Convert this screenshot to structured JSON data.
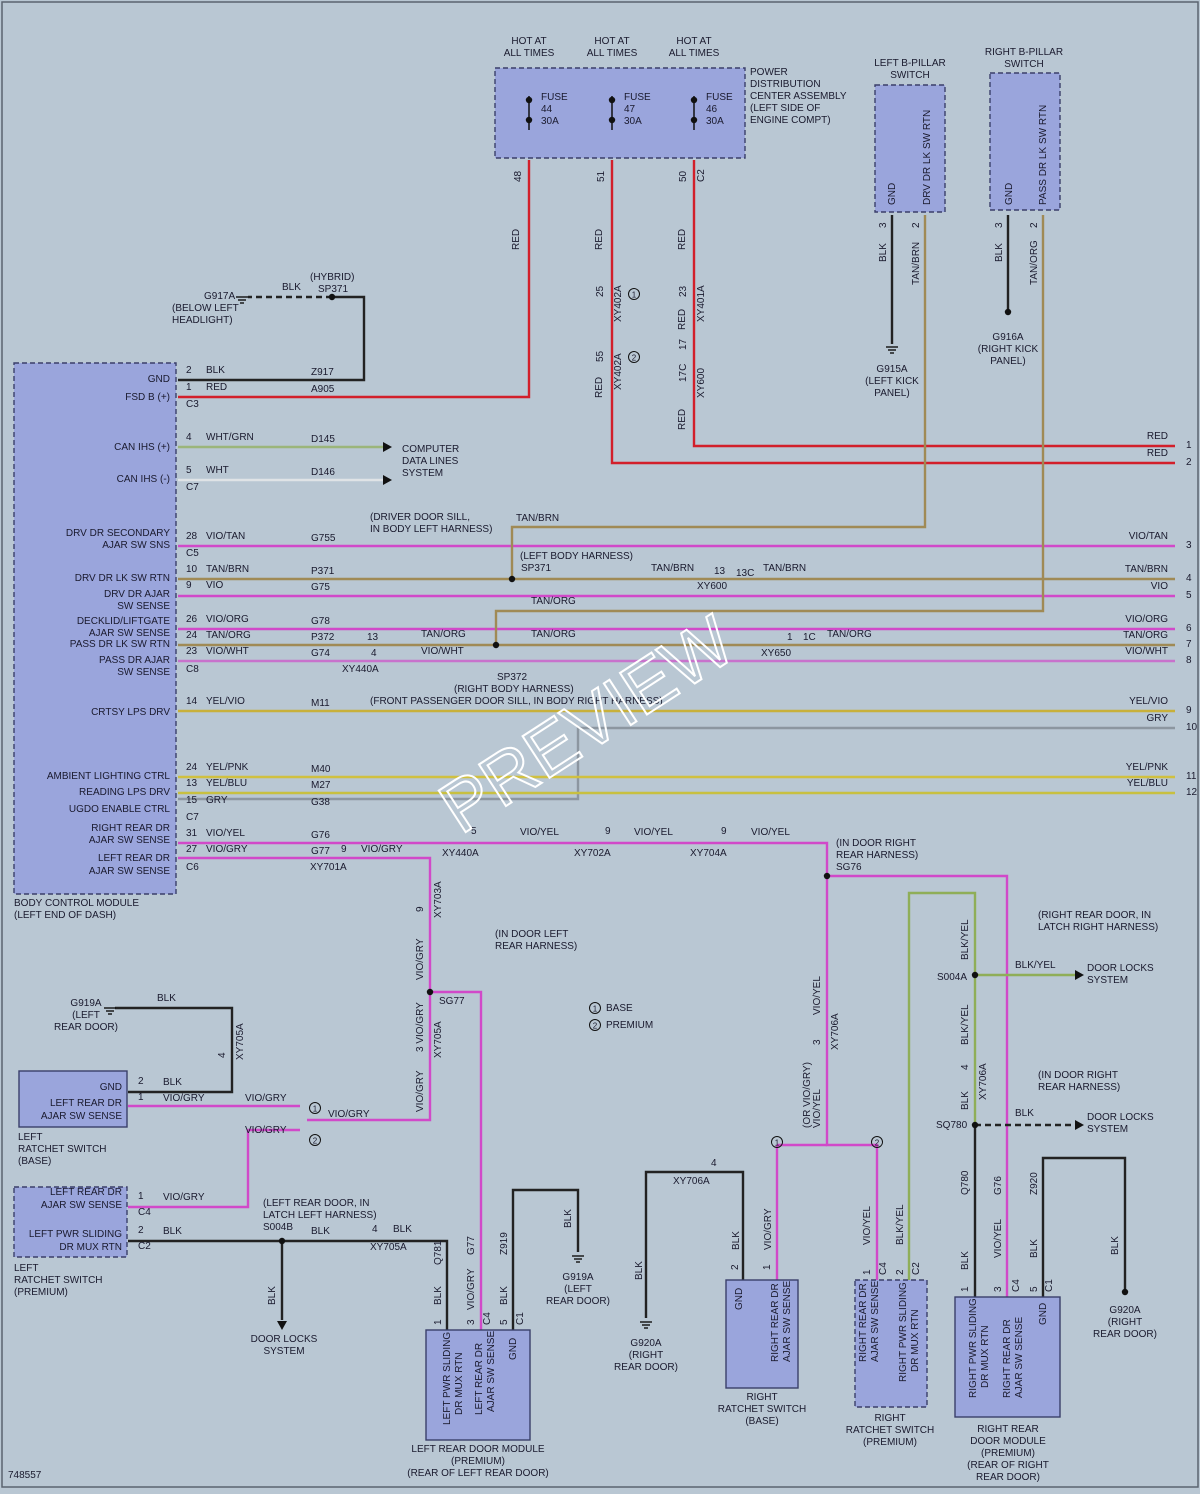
{
  "diagram_id": "748557",
  "watermark": "PREVIEW",
  "legend": {
    "base": "BASE",
    "premium": "PREMIUM",
    "base_num": "1",
    "premium_num": "2"
  },
  "colors": {
    "background": "#b9c7d3",
    "component_fill": "#9aa5dc",
    "red": "#d21f2a",
    "violet": "#d149c9",
    "tan": "#a08a55",
    "yellow": "#c8b830",
    "gray": "#8c96a0",
    "black": "#222222",
    "white": "#d8dde0",
    "green": "#8fae58"
  },
  "pdc": {
    "title": [
      "POWER",
      "DISTRIBUTION",
      "CENTER ASSEMBLY",
      "(LEFT SIDE OF",
      "ENGINE COMPT)"
    ],
    "hot": [
      "HOT AT",
      "ALL TIMES"
    ],
    "fuses": [
      {
        "a": "FUSE",
        "b": "44",
        "c": "30A",
        "pin": "48"
      },
      {
        "a": "FUSE",
        "b": "47",
        "c": "30A",
        "pin": "51"
      },
      {
        "a": "FUSE",
        "b": "46",
        "c": "30A",
        "pin": "50",
        "conn": "C2"
      }
    ]
  },
  "bcm": {
    "title": [
      "BODY CONTROL MODULE",
      "(LEFT END OF DASH)"
    ],
    "labels": [
      "GND",
      "FSD B (+)",
      "CAN IHS (+)",
      "CAN IHS (-)",
      "DRV DR SECONDARY",
      "AJAR SW SNS",
      "DRV DR LK SW RTN",
      "DRV DR AJAR",
      "SW SENSE",
      "DECKLID/LIFTGATE",
      "AJAR SW SENSE",
      "PASS DR LK SW RTN",
      "PASS DR AJAR",
      "SW SENSE",
      "CRTSY LPS DRV",
      "AMBIENT LIGHTING CTRL",
      "READING LPS DRV",
      "UGDO ENABLE CTRL",
      "RIGHT REAR DR",
      "AJAR SW SENSE",
      "LEFT REAR DR",
      "AJAR SW SENSE"
    ],
    "connectors": [
      "C3",
      "C7",
      "C5",
      "C8",
      "C7",
      "C6"
    ]
  },
  "wires": [
    {
      "pin": "2",
      "color": "BLK",
      "circuit": "Z917"
    },
    {
      "pin": "1",
      "color": "RED",
      "circuit": "A905"
    },
    {
      "pin": "4",
      "color": "WHT/GRN",
      "circuit": "D145"
    },
    {
      "pin": "5",
      "color": "WHT",
      "circuit": "D146"
    },
    {
      "pin": "28",
      "color": "VIO/TAN",
      "circuit": "G755"
    },
    {
      "pin": "10",
      "color": "TAN/BRN",
      "circuit": "P371"
    },
    {
      "pin": "9",
      "color": "VIO",
      "circuit": "G75"
    },
    {
      "pin": "26",
      "color": "VIO/ORG",
      "circuit": "G78"
    },
    {
      "pin": "24",
      "color": "TAN/ORG",
      "circuit": "P372"
    },
    {
      "pin": "23",
      "color": "VIO/WHT",
      "circuit": "G74"
    },
    {
      "pin": "14",
      "color": "YEL/VIO",
      "circuit": "M11"
    },
    {
      "pin": "24",
      "color": "YEL/PNK",
      "circuit": "M40"
    },
    {
      "pin": "13",
      "color": "YEL/BLU",
      "circuit": "M27"
    },
    {
      "pin": "15",
      "color": "GRY",
      "circuit": "G38"
    },
    {
      "pin": "31",
      "color": "VIO/YEL",
      "circuit": "G76"
    },
    {
      "pin": "27",
      "color": "VIO/GRY",
      "circuit": "G77"
    }
  ],
  "right_edge": [
    {
      "color": "RED",
      "num": "1"
    },
    {
      "color": "RED",
      "num": "2"
    },
    {
      "color": "VIO/TAN",
      "num": "3"
    },
    {
      "color": "TAN/BRN",
      "num": "4"
    },
    {
      "color": "VIO",
      "num": "5"
    },
    {
      "color": "VIO/ORG",
      "num": "6"
    },
    {
      "color": "TAN/ORG",
      "num": "7"
    },
    {
      "color": "VIO/WHT",
      "num": "8"
    },
    {
      "color": "YEL/VIO",
      "num": "9"
    },
    {
      "color": "GRY",
      "num": "10"
    },
    {
      "color": "YEL/PNK",
      "num": "11"
    },
    {
      "color": "YEL/BLU",
      "num": "12"
    }
  ],
  "text": {
    "red": "RED",
    "blk": "BLK",
    "tanbrn": "TAN/BRN",
    "tanorg": "TAN/ORG",
    "viogry": "VIO/GRY",
    "vioyel": "VIO/YEL",
    "blkyel": "BLK/YEL",
    "hybrid": "(HYBRID)",
    "sp371": "SP371",
    "g917a": "G917A",
    "g917a_loc": [
      "(BELOW LEFT",
      "HEADLIGHT)"
    ],
    "cdls": [
      "COMPUTER",
      "DATA LINES",
      "SYSTEM"
    ],
    "ddsill": [
      "(DRIVER DOOR SILL,",
      "IN BODY LEFT HARNESS)"
    ],
    "lbh": "(LEFT BODY HARNESS)",
    "xy600": "XY600",
    "p13": "13",
    "p13c": "13C",
    "xy440a": "XY440A",
    "p13b": "13",
    "p4": "4",
    "sp372": "SP372",
    "rbh": "(RIGHT BODY HARNESS)",
    "fpds": "(FRONT PASSENGER DOOR SILL, IN BODY RIGHT HARNESS)",
    "xy650": "XY650",
    "p1": "1",
    "p1c": "1C",
    "xy402a": "XY402A",
    "xy401a": "XY401A",
    "xy600v": "XY600",
    "p25": "25",
    "p55": "55",
    "p23": "23",
    "p17": "17",
    "p17c": "17C",
    "lbp": [
      "LEFT B-PILLAR",
      "SWITCH"
    ],
    "lbp_pins": [
      "GND",
      "DRV DR LK SW RTN"
    ],
    "lbp_nums": [
      "3",
      "2"
    ],
    "rbp": [
      "RIGHT B-PILLAR",
      "SWITCH"
    ],
    "rbp_pins": [
      "GND",
      "PASS DR LK SW RTN"
    ],
    "rbp_nums": [
      "3",
      "2"
    ],
    "g915a": [
      "G915A",
      "(LEFT KICK",
      "PANEL)"
    ],
    "g916a": [
      "G916A",
      "(RIGHT KICK",
      "PANEL)"
    ],
    "xy440a2": "XY440A",
    "xy702a": "XY702A",
    "xy704a": "XY704A",
    "p5": "5",
    "p9a": "9",
    "p9b": "9",
    "idrrh": [
      "(IN DOOR RIGHT",
      "REAR HARNESS)"
    ],
    "sg76": "SG76",
    "xy701a": "XY701A",
    "p9c": "9",
    "xy703a": "XY703A",
    "p9d": "9",
    "idlrh": [
      "(IN DOOR LEFT",
      "REAR HARNESS)"
    ],
    "sg77": "SG77",
    "xy705a": "XY705A",
    "p3": "3",
    "g919a_l": [
      "G919A",
      "(LEFT",
      "REAR DOOR)"
    ],
    "p4b": "4",
    "lrs_base": {
      "pins": [
        "GND",
        "LEFT REAR DR",
        "AJAR SW SENSE"
      ],
      "nums": [
        "2",
        "1"
      ],
      "title": [
        "LEFT",
        "RATCHET SWITCH",
        "(BASE)"
      ]
    },
    "lrs_prem": {
      "pins": [
        "LEFT REAR DR",
        "AJAR SW SENSE",
        "LEFT PWR SLIDING",
        "DR MUX RTN"
      ],
      "nums": [
        "1",
        "2"
      ],
      "conns": [
        "C4",
        "C2"
      ],
      "title": [
        "LEFT",
        "RATCHET SWITCH",
        "(PREMIUM)"
      ]
    },
    "lrdl": [
      "(LEFT REAR DOOR, IN",
      "LATCH LEFT HARNESS)"
    ],
    "s004b": "S004B",
    "xy705a2": "XY705A",
    "p4c": "4",
    "dls": [
      "DOOR LOCKS",
      "SYSTEM"
    ],
    "lrdm": {
      "pins": [
        "LEFT PWR SLIDING DR MUX RTN",
        "LEFT REAR DR AJAR SW SENSE",
        "GND"
      ],
      "circ": [
        "Q781",
        "G77",
        "Z919"
      ],
      "nums": [
        "1",
        "3",
        "5"
      ],
      "conns": [
        "C4",
        "C1"
      ],
      "title": [
        "LEFT REAR DOOR MODULE",
        "(PREMIUM)",
        "(REAR OF LEFT REAR DOOR)"
      ]
    },
    "g919a_r": [
      "G919A",
      "(LEFT",
      "REAR DOOR)"
    ],
    "xy706a": "XY706A",
    "p3b": "3",
    "or_vg": "(OR VIO/GRY)",
    "rrs_base": {
      "pins": [
        "GND",
        "RIGHT REAR DR AJAR SW SENSE"
      ],
      "nums": [
        "2",
        "1"
      ],
      "title": [
        "RIGHT",
        "RATCHET SWITCH",
        "(BASE)"
      ]
    },
    "g920a_l": [
      "G920A",
      "(RIGHT",
      "REAR DOOR)"
    ],
    "xy706a2": "XY706A",
    "p4d": "4",
    "rrs_prem": {
      "pins": [
        "RIGHT REAR DR AJAR SW SENSE",
        "RIGHT PWR SLIDING DR MUX RTN"
      ],
      "nums": [
        "1",
        "2"
      ],
      "conns": [
        "C4",
        "C2"
      ],
      "title": [
        "RIGHT",
        "RATCHET SWITCH",
        "(PREMIUM)"
      ]
    },
    "rrdl": [
      "(RIGHT REAR DOOR, IN",
      "LATCH RIGHT HARNESS)"
    ],
    "s004a": "S004A",
    "xy706a3": "XY706A",
    "p4e": "4",
    "idrrh2": [
      "(IN DOOR RIGHT",
      "REAR HARNESS)"
    ],
    "sq780": "SQ780",
    "rrdm": {
      "pins": [
        "RIGHT PWR SLIDING DR MUX RTN",
        "RIGHT REAR DR AJAR SW SENSE",
        "GND"
      ],
      "circ": [
        "Q780",
        "G76",
        "Z920"
      ],
      "nums": [
        "1",
        "3",
        "5"
      ],
      "conns": [
        "C4",
        "C1"
      ],
      "title": [
        "RIGHT REAR",
        "DOOR MODULE",
        "(PREMIUM)",
        "(REAR OF RIGHT",
        "REAR DOOR)"
      ]
    },
    "g920a_r": [
      "G920A",
      "(RIGHT",
      "REAR DOOR)"
    ]
  }
}
